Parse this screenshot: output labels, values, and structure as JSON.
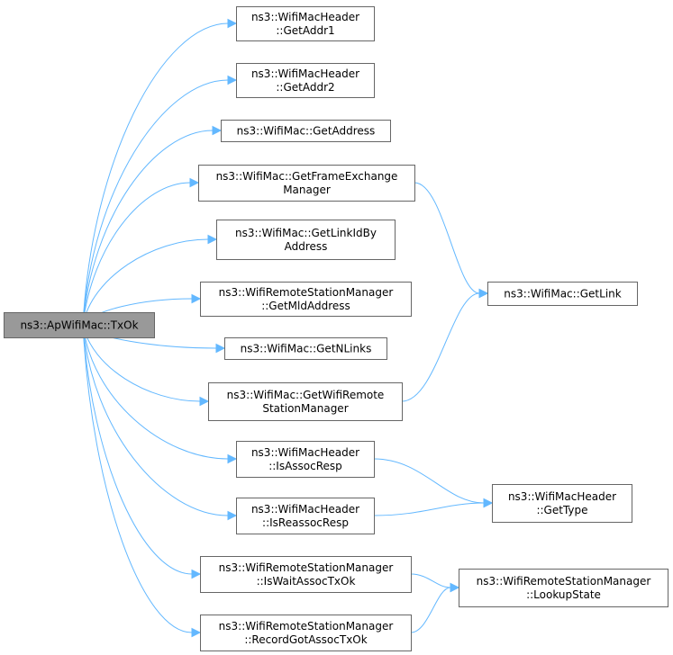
{
  "graph": {
    "nodes": [
      {
        "id": "txok",
        "lines": [
          "ns3::ApWifiMac::TxOk"
        ],
        "root": true
      },
      {
        "id": "getaddr1",
        "lines": [
          "ns3::WifiMacHeader",
          "::GetAddr1"
        ]
      },
      {
        "id": "getaddr2",
        "lines": [
          "ns3::WifiMacHeader",
          "::GetAddr2"
        ]
      },
      {
        "id": "getaddress",
        "lines": [
          "ns3::WifiMac::GetAddress"
        ]
      },
      {
        "id": "getfem",
        "lines": [
          "ns3::WifiMac::GetFrameExchange",
          "Manager"
        ]
      },
      {
        "id": "getlinkid",
        "lines": [
          "ns3::WifiMac::GetLinkIdBy",
          "Address"
        ]
      },
      {
        "id": "getmld",
        "lines": [
          "ns3::WifiRemoteStationManager",
          "::GetMldAddress"
        ]
      },
      {
        "id": "getnlinks",
        "lines": [
          "ns3::WifiMac::GetNLinks"
        ]
      },
      {
        "id": "getwrsm",
        "lines": [
          "ns3::WifiMac::GetWifiRemote",
          "StationManager"
        ]
      },
      {
        "id": "isassoc",
        "lines": [
          "ns3::WifiMacHeader",
          "::IsAssocResp"
        ]
      },
      {
        "id": "isreassoc",
        "lines": [
          "ns3::WifiMacHeader",
          "::IsReassocResp"
        ]
      },
      {
        "id": "iswait",
        "lines": [
          "ns3::WifiRemoteStationManager",
          "::IsWaitAssocTxOk"
        ]
      },
      {
        "id": "record",
        "lines": [
          "ns3::WifiRemoteStationManager",
          "::RecordGotAssocTxOk"
        ]
      },
      {
        "id": "getlink",
        "lines": [
          "ns3::WifiMac::GetLink"
        ]
      },
      {
        "id": "gettype",
        "lines": [
          "ns3::WifiMacHeader",
          "::GetType"
        ]
      },
      {
        "id": "lookup",
        "lines": [
          "ns3::WifiRemoteStationManager",
          "::LookupState"
        ]
      }
    ],
    "edges": [
      {
        "from": "txok",
        "to": "getaddr1"
      },
      {
        "from": "txok",
        "to": "getaddr2"
      },
      {
        "from": "txok",
        "to": "getaddress"
      },
      {
        "from": "txok",
        "to": "getfem"
      },
      {
        "from": "txok",
        "to": "getlinkid"
      },
      {
        "from": "txok",
        "to": "getmld"
      },
      {
        "from": "txok",
        "to": "getnlinks"
      },
      {
        "from": "txok",
        "to": "getwrsm"
      },
      {
        "from": "txok",
        "to": "isassoc"
      },
      {
        "from": "txok",
        "to": "isreassoc"
      },
      {
        "from": "txok",
        "to": "iswait"
      },
      {
        "from": "txok",
        "to": "record"
      },
      {
        "from": "getfem",
        "to": "getlink"
      },
      {
        "from": "getwrsm",
        "to": "getlink"
      },
      {
        "from": "isassoc",
        "to": "gettype"
      },
      {
        "from": "isreassoc",
        "to": "gettype"
      },
      {
        "from": "iswait",
        "to": "lookup"
      },
      {
        "from": "record",
        "to": "lookup"
      }
    ],
    "colors": {
      "edge": "#63b8ff",
      "node_border": "#666666",
      "node_fill": "#ffffff",
      "root_fill": "#999999"
    }
  }
}
